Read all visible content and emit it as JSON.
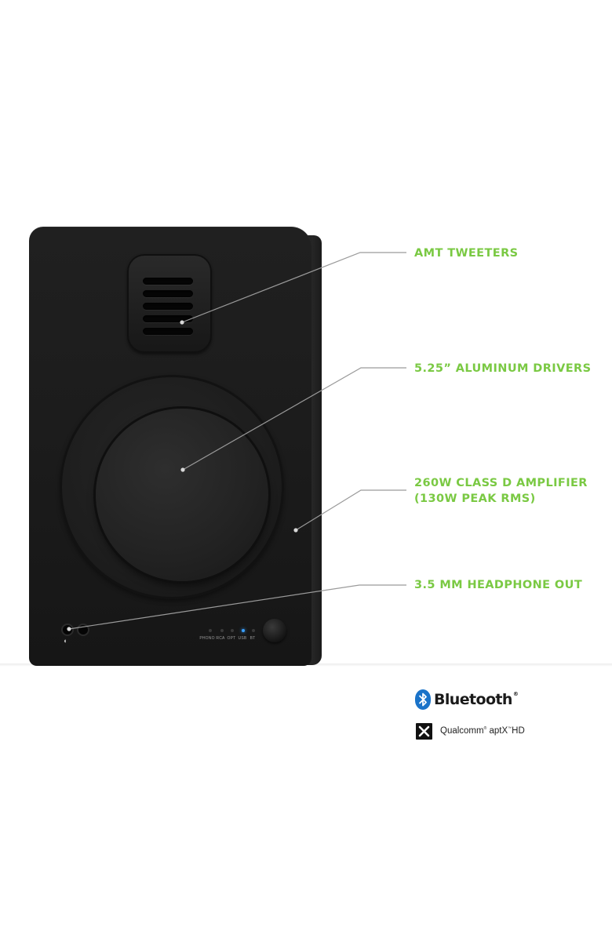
{
  "callouts": [
    {
      "label": "AMT TWEETERS"
    },
    {
      "label": "5.25” ALUMINUM DRIVERS"
    },
    {
      "label_line1": "260W CLASS D AMPLIFIER",
      "label_line2": "(130W PEAK RMS)"
    },
    {
      "label": "3.5 MM HEADPHONE OUT"
    }
  ],
  "speaker": {
    "inputs": [
      {
        "label": "PHONO",
        "active": false
      },
      {
        "label": "RCA",
        "active": false
      },
      {
        "label": "OPT",
        "active": false
      },
      {
        "label": "USB",
        "active": true
      },
      {
        "label": "BT",
        "active": false
      }
    ],
    "headphone_icon": "headphone-icon",
    "active_led_color": "#3aa0ff"
  },
  "badges": {
    "bluetooth": {
      "text": "Bluetooth",
      "reg": "®",
      "icon": "bluetooth-icon",
      "color": "#1a73c9"
    },
    "aptx": {
      "brand": "Qualcomm",
      "reg": "®",
      "product": "aptX",
      "tm": "™",
      "suffix": "HD",
      "icon": "aptx-icon"
    }
  },
  "colors": {
    "callout_text": "#7ac943",
    "callout_line": "#9a9a9a",
    "speaker_body": "#1c1c1c"
  }
}
